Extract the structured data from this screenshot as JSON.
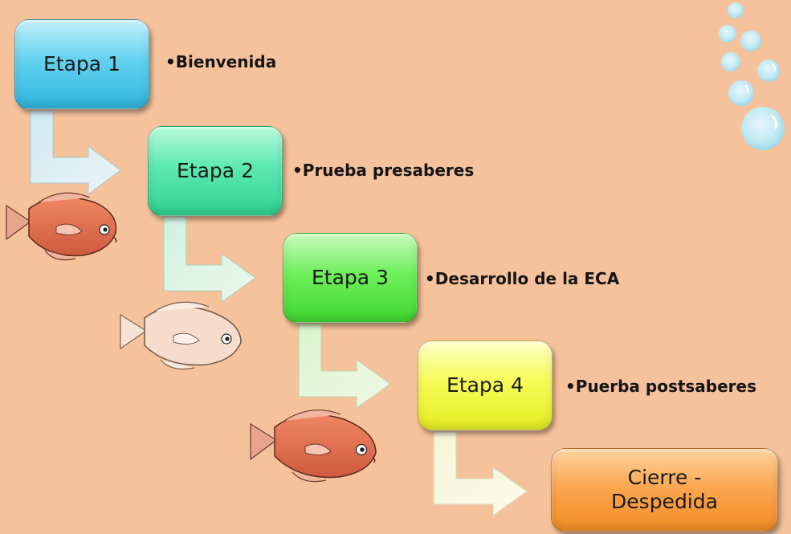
{
  "diagram": {
    "stages": [
      {
        "label": "Etapa 1",
        "description": "•Bienvenida"
      },
      {
        "label": "Etapa 2",
        "description": "•Prueba presaberes"
      },
      {
        "label": "Etapa 3",
        "description": "•Desarrollo de la ECA"
      },
      {
        "label": "Etapa 4",
        "description": "•Puerba postsaberes"
      },
      {
        "label": "Cierre -\nDespedida",
        "description": ""
      }
    ],
    "colors": {
      "background": "#f6c29b",
      "stage1": "#4cc8ea",
      "stage2": "#4fe3a8",
      "stage3": "#5ae647",
      "stage4": "#f0f53e",
      "stage5": "#f79a3c",
      "bubbles": "#bfe8f3",
      "fish_red": "#e06d4f",
      "fish_pale": "#f4c9b1"
    },
    "decorations": [
      "fish-icon",
      "outline-fish-icon",
      "fish-icon",
      "bubbles-icon"
    ]
  }
}
